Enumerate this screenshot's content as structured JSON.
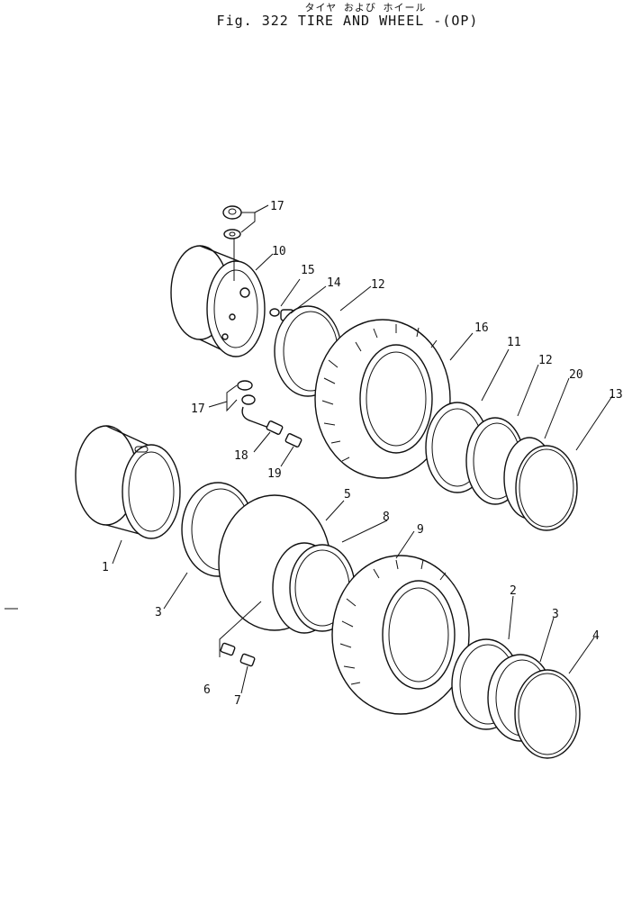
{
  "header": {
    "subtitle": "タイヤ および ホイール",
    "title": "Fig. 322   TIRE AND  WHEEL -(OP)"
  },
  "callouts": [
    {
      "id": "c17a",
      "text": "17"
    },
    {
      "id": "c10",
      "text": "10"
    },
    {
      "id": "c15",
      "text": "15"
    },
    {
      "id": "c14",
      "text": "14"
    },
    {
      "id": "c12a",
      "text": "12"
    },
    {
      "id": "c16",
      "text": "16"
    },
    {
      "id": "c11",
      "text": "11"
    },
    {
      "id": "c12b",
      "text": "12"
    },
    {
      "id": "c20",
      "text": "20"
    },
    {
      "id": "c13",
      "text": "13"
    },
    {
      "id": "c17b",
      "text": "17"
    },
    {
      "id": "c18",
      "text": "18"
    },
    {
      "id": "c19",
      "text": "19"
    },
    {
      "id": "c5",
      "text": "5"
    },
    {
      "id": "c8",
      "text": "8"
    },
    {
      "id": "c9",
      "text": "9"
    },
    {
      "id": "c1",
      "text": "1"
    },
    {
      "id": "c3a",
      "text": "3"
    },
    {
      "id": "c2",
      "text": "2"
    },
    {
      "id": "c3b",
      "text": "3"
    },
    {
      "id": "c4",
      "text": "4"
    },
    {
      "id": "c6",
      "text": "6"
    },
    {
      "id": "c7",
      "text": "7"
    }
  ]
}
